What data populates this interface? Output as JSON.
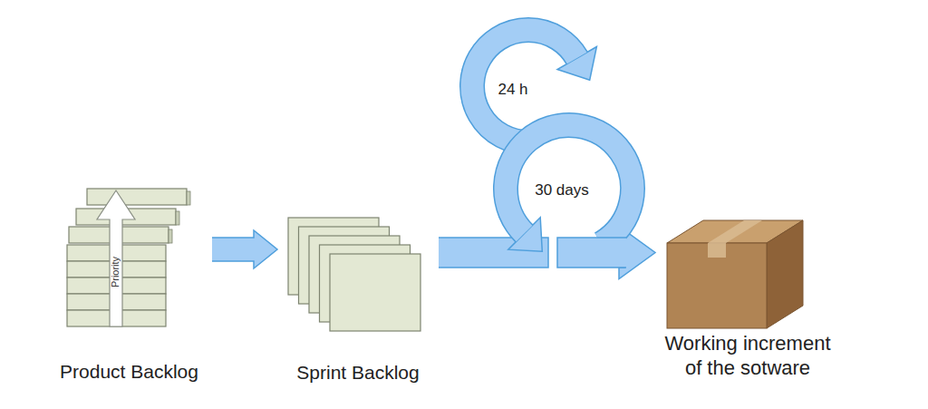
{
  "diagram": {
    "nodes": [
      {
        "text": [
          "Product Backlog"
        ]
      },
      {
        "text": [
          "Sprint Backlog"
        ]
      },
      {
        "text": [
          "24 h"
        ]
      },
      {
        "text": [
          "30 days"
        ]
      },
      {
        "text": [
          "Working increment of the sotware"
        ]
      }
    ],
    "edges": [
      {
        "from": 0,
        "to": 1,
        "arrow": "to"
      },
      {
        "from": 1,
        "to": 3,
        "arrow": "none"
      },
      {
        "from": 3,
        "to": 4,
        "arrow": "to"
      }
    ],
    "labels": [
      "Priority"
    ]
  }
}
